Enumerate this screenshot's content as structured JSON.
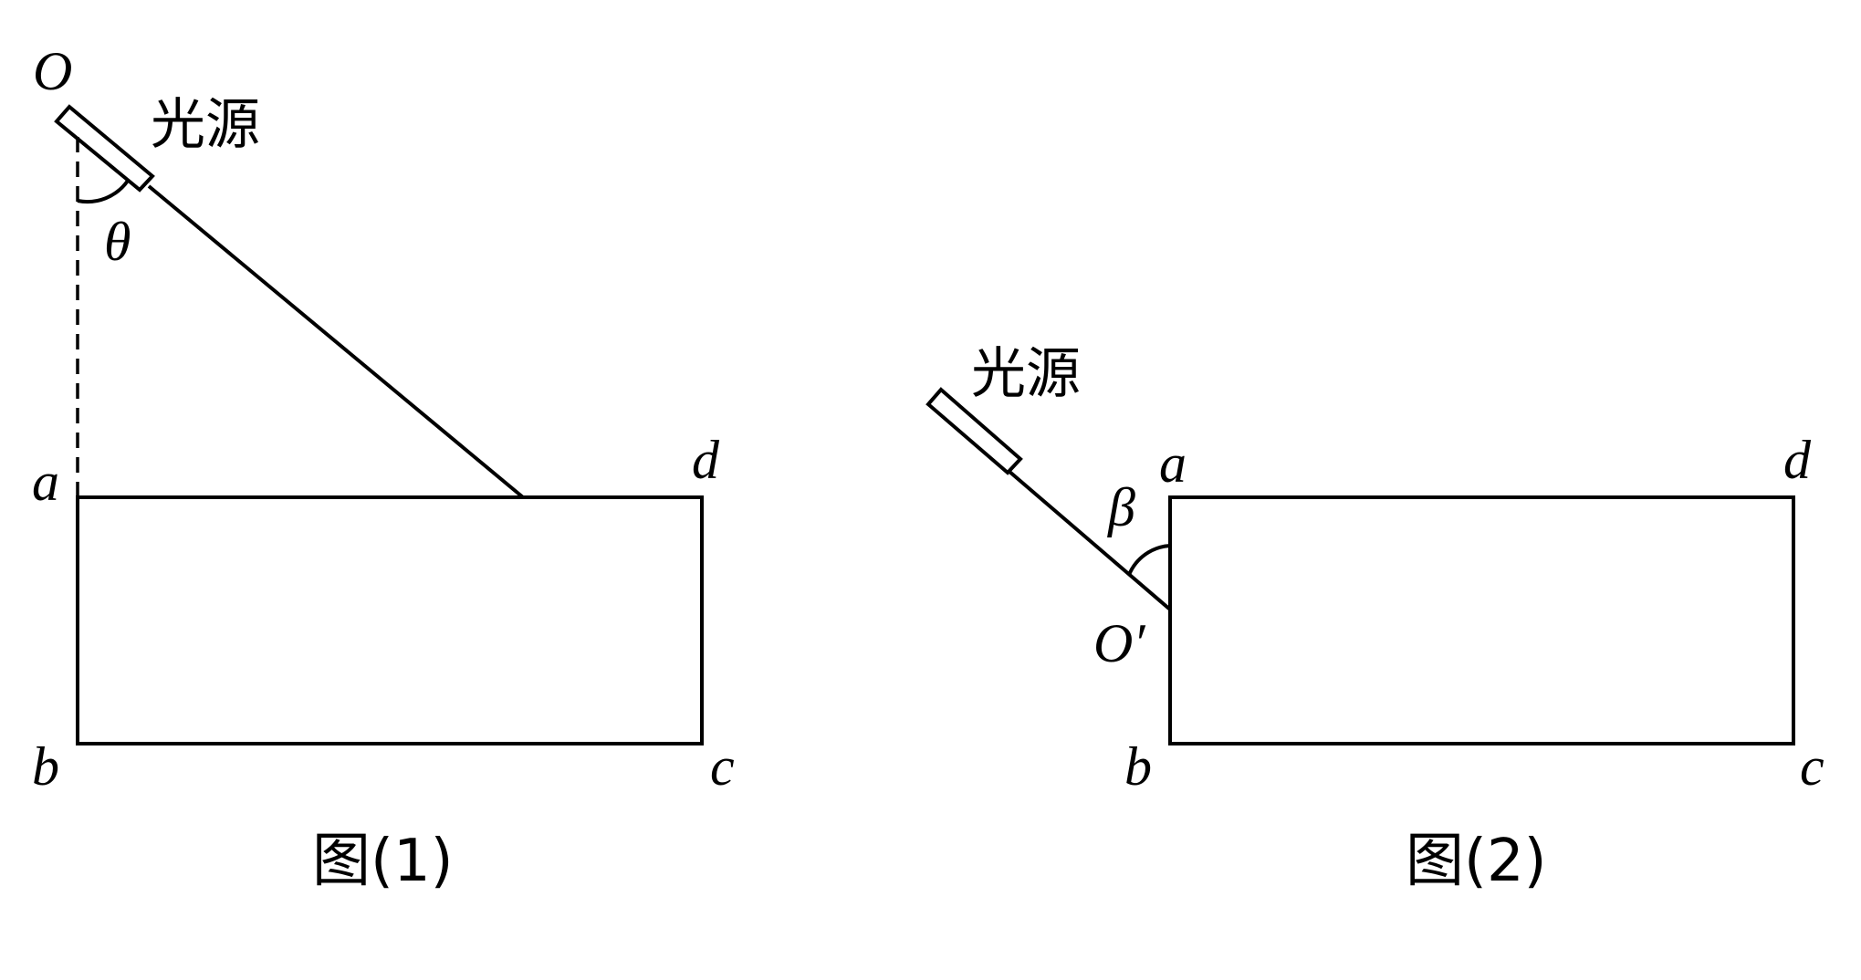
{
  "figure1": {
    "label_O": "O",
    "light_source": "光源",
    "angle_theta": "θ",
    "corner_a": "a",
    "corner_b": "b",
    "corner_c": "c",
    "corner_d": "d",
    "caption": "图(1)"
  },
  "figure2": {
    "label_O_prime": "O′",
    "light_source": "光源",
    "angle_beta": "β",
    "corner_a": "a",
    "corner_b": "b",
    "corner_c": "c",
    "corner_d": "d",
    "caption": "图(2)"
  },
  "colors": {
    "stroke": "#000000",
    "background": "#ffffff"
  }
}
